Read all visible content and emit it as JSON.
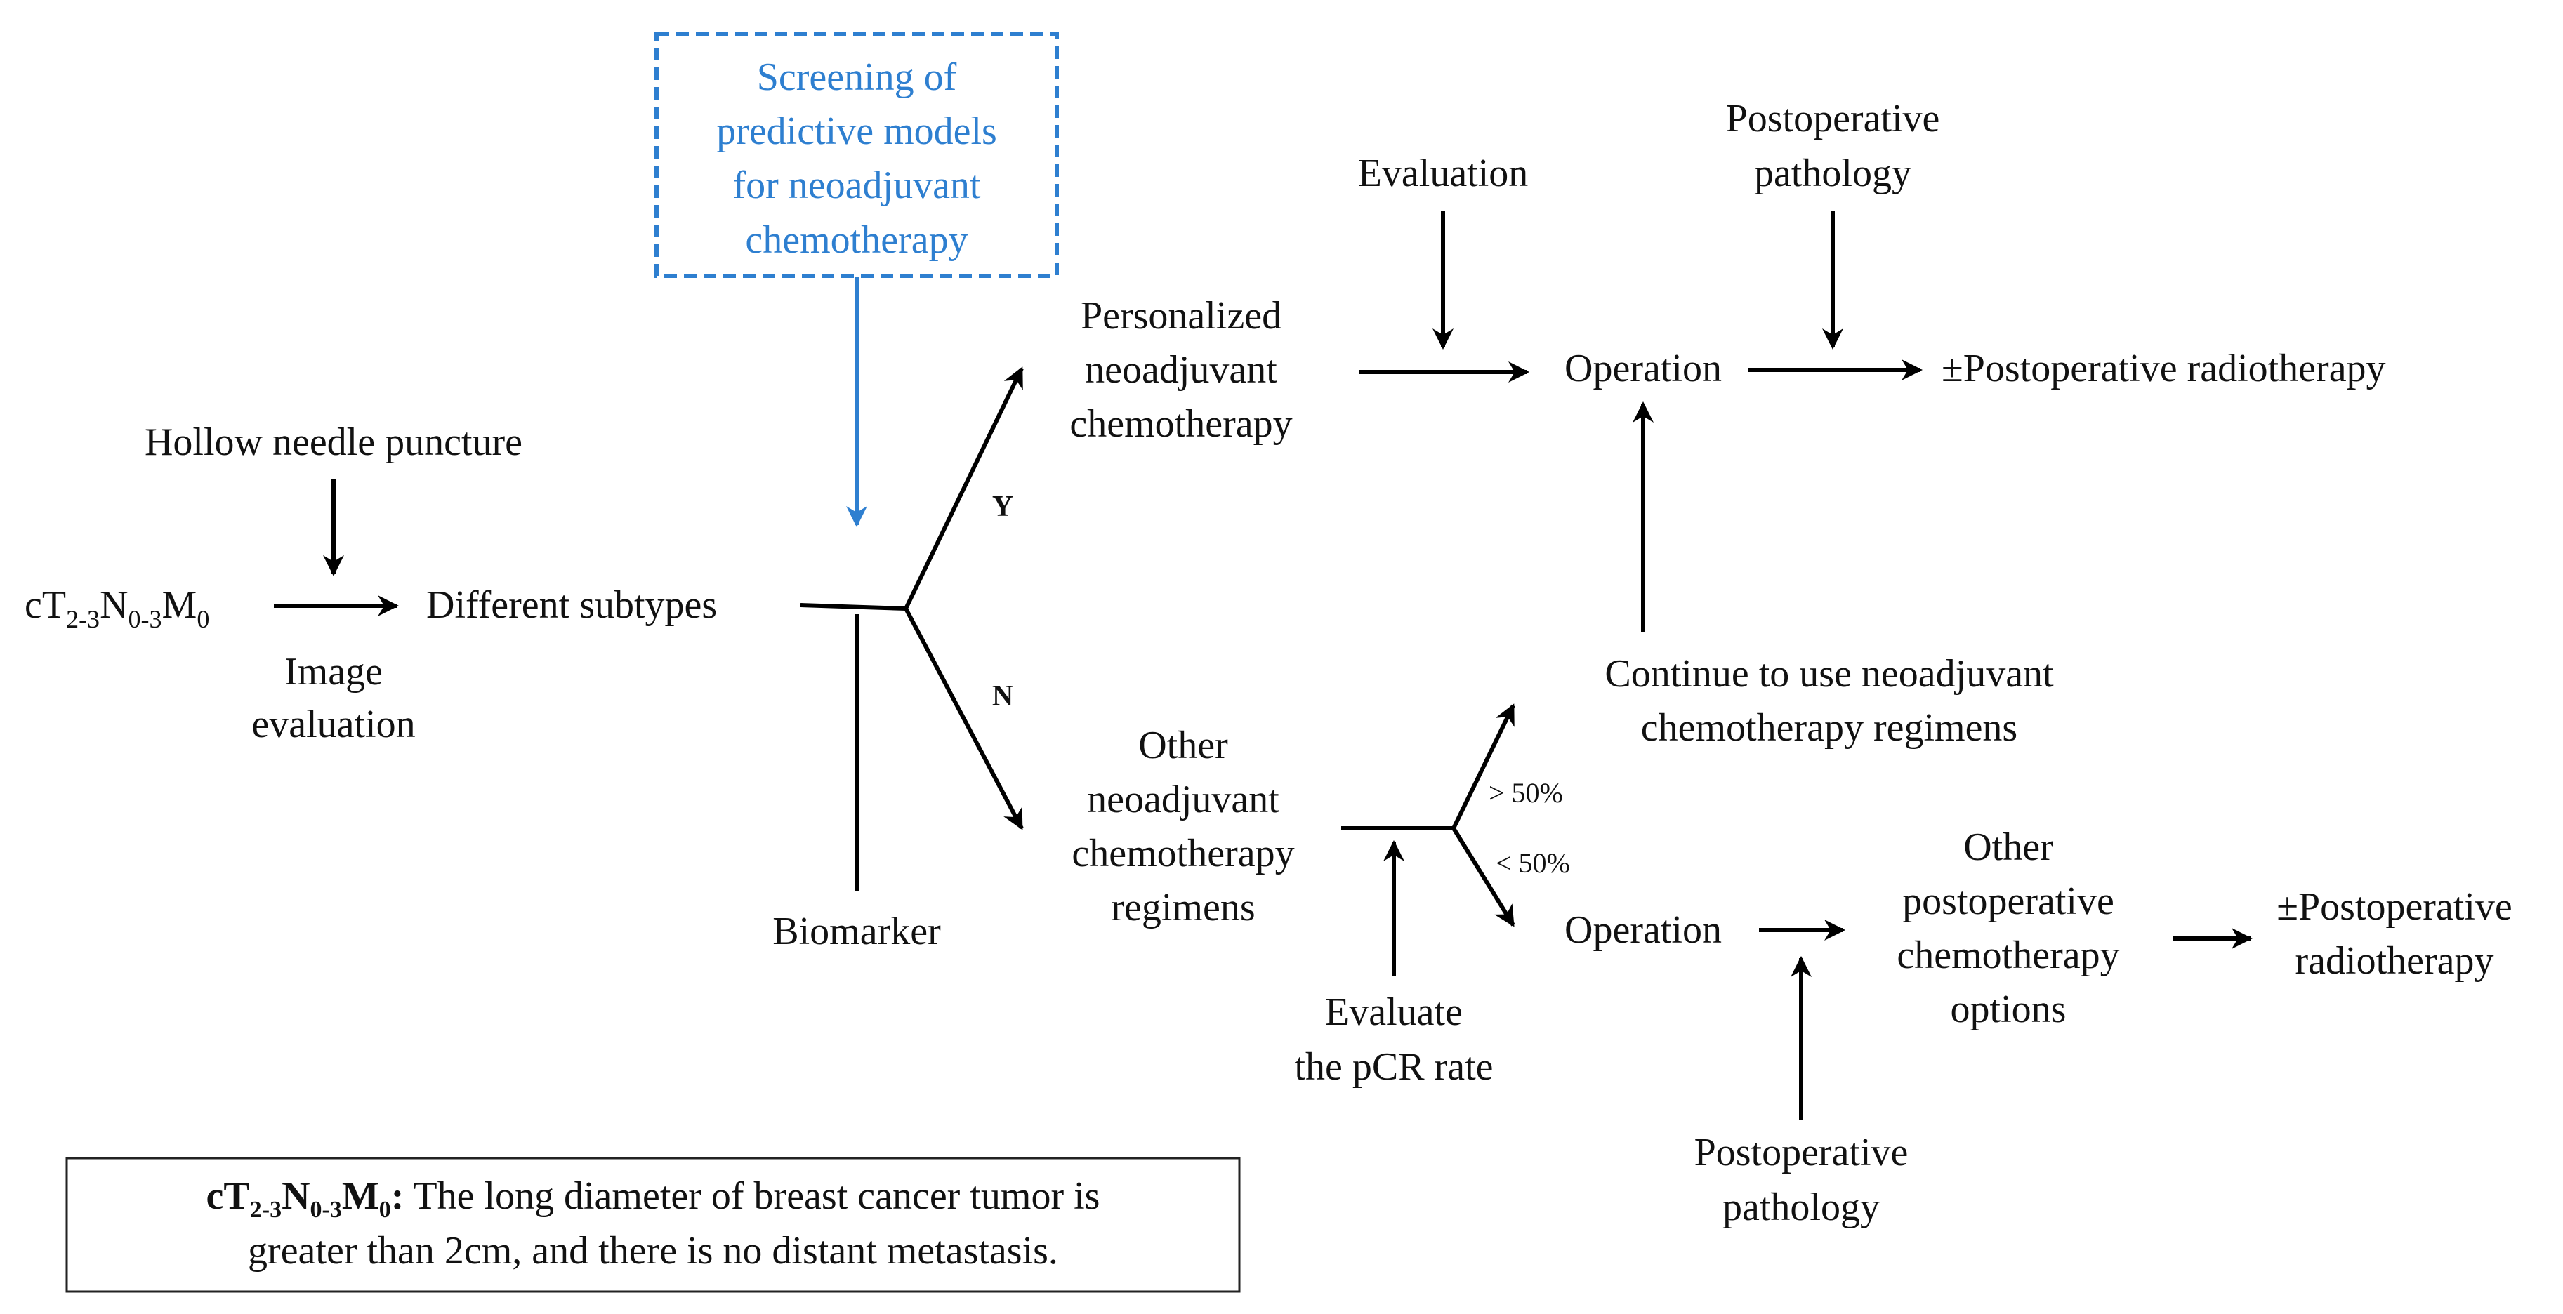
{
  "screening": {
    "lines": [
      "Screening of",
      "predictive models",
      "for neoadjuvant",
      "chemotherapy"
    ],
    "color": "#2e7fd0"
  },
  "hollow_needle": "Hollow needle puncture",
  "stage": {
    "base": "cT",
    "t": "2-3",
    "n_letter": "N",
    "n": "0-3",
    "m_letter": "M",
    "m": "0"
  },
  "image_eval": [
    "Image",
    "evaluation"
  ],
  "different_subtypes": "Different subtypes",
  "biomarker": "Biomarker",
  "branch_yes": "Y",
  "branch_no": "N",
  "personalized": [
    "Personalized",
    "neoadjuvant",
    "chemotherapy"
  ],
  "other_regimens": [
    "Other",
    "neoadjuvant",
    "chemotherapy",
    "regimens"
  ],
  "evaluation": "Evaluation",
  "postop_path_top": [
    "Postoperative",
    "pathology"
  ],
  "operation_top": "Operation",
  "radiotherapy_top": "±Postoperative radiotherapy",
  "continue_regimens": [
    "Continue to use neoadjuvant",
    "chemotherapy regimens"
  ],
  "gt50": "> 50%",
  "lt50": "< 50%",
  "evaluate_pcr": [
    "Evaluate",
    "the pCR rate"
  ],
  "operation_bottom": "Operation",
  "other_postop": [
    "Other",
    "postoperative",
    "chemotherapy",
    "options"
  ],
  "radiotherapy_bottom": [
    "±Postoperative",
    "radiotherapy"
  ],
  "postop_path_bottom": [
    "Postoperative",
    "pathology"
  ],
  "note": {
    "term_base": "cT",
    "term_t": "2-3",
    "term_n_letter": "N",
    "term_n": "0-3",
    "term_m_letter": "M",
    "term_m": "0",
    "colon": ":",
    "line1": " The long diameter of breast cancer tumor is",
    "line2": "greater than 2cm, and there is no distant metastasis."
  }
}
